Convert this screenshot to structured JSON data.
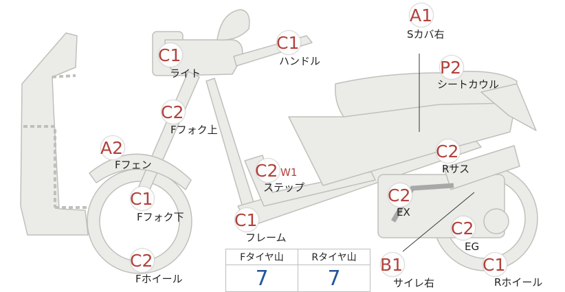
{
  "parts": [
    {
      "code": "A1",
      "label": "Sカバ右"
    },
    {
      "code": "P2",
      "label": "シートカウル"
    },
    {
      "code": "C1",
      "label": "ハンドル"
    },
    {
      "code": "C1",
      "label": "ライト"
    },
    {
      "code": "C2",
      "label": "Fフォク上"
    },
    {
      "code": "A2",
      "label": "Fフェン"
    },
    {
      "code": "C2",
      "sub": "W1",
      "label": "ステップ"
    },
    {
      "code": "C2",
      "label": "Rサス"
    },
    {
      "code": "C2",
      "label": "EX"
    },
    {
      "code": "C1",
      "label": "Fフォク下"
    },
    {
      "code": "C1",
      "label": "フレーム"
    },
    {
      "code": "C2",
      "label": "EG"
    },
    {
      "code": "C2",
      "label": "Fホイール"
    },
    {
      "code": "B1",
      "label": "サイレ右"
    },
    {
      "code": "C1",
      "label": "Rホイール"
    }
  ],
  "tread_table": {
    "headers": [
      "Fタイヤ山",
      "Rタイヤ山"
    ],
    "values": [
      "7",
      "7"
    ]
  },
  "colors": {
    "code": "#b2413b",
    "tread_value": "#24549a",
    "body_fill": "#ebebe7",
    "body_stroke": "#bfbfbb"
  }
}
